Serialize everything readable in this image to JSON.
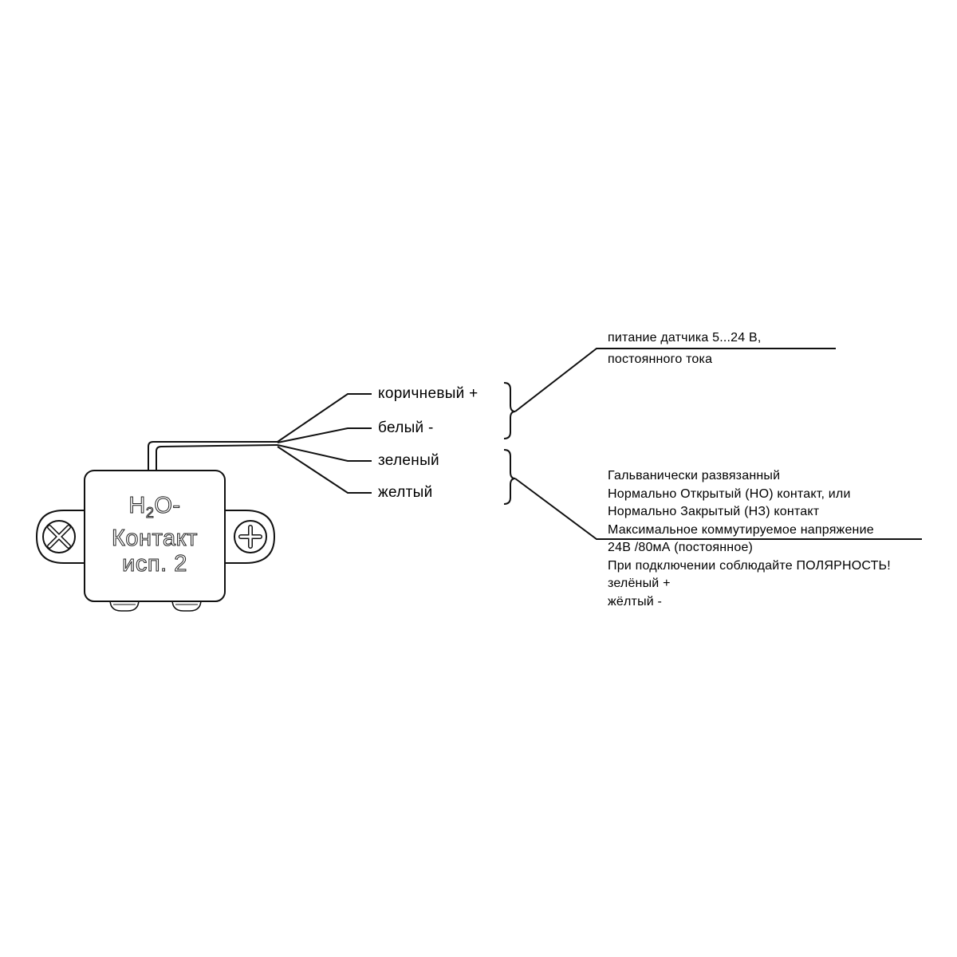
{
  "device": {
    "title_h": "H",
    "title_sub": "2",
    "title_o": "O-",
    "line2": "Контакт",
    "line3": "исп. 2"
  },
  "wires": [
    {
      "label": "коричневый +"
    },
    {
      "label": "белый -"
    },
    {
      "label": "зеленый"
    },
    {
      "label": "желтый"
    }
  ],
  "power_note": {
    "line1": "питание датчика 5...24 В,",
    "line2": "постоянного тока"
  },
  "contact_note": {
    "lines": [
      "Гальванически развязанный",
      "Нормально Открытый (НО) контакт, или",
      "Нормально Закрытый (НЗ) контакт",
      "Максимальное коммутируемое напряжение",
      "24В /80мА (постоянное)",
      "При подключении соблюдайте ПОЛЯРНОСТЬ!",
      "зелёный +",
      "жёлтый -"
    ]
  }
}
